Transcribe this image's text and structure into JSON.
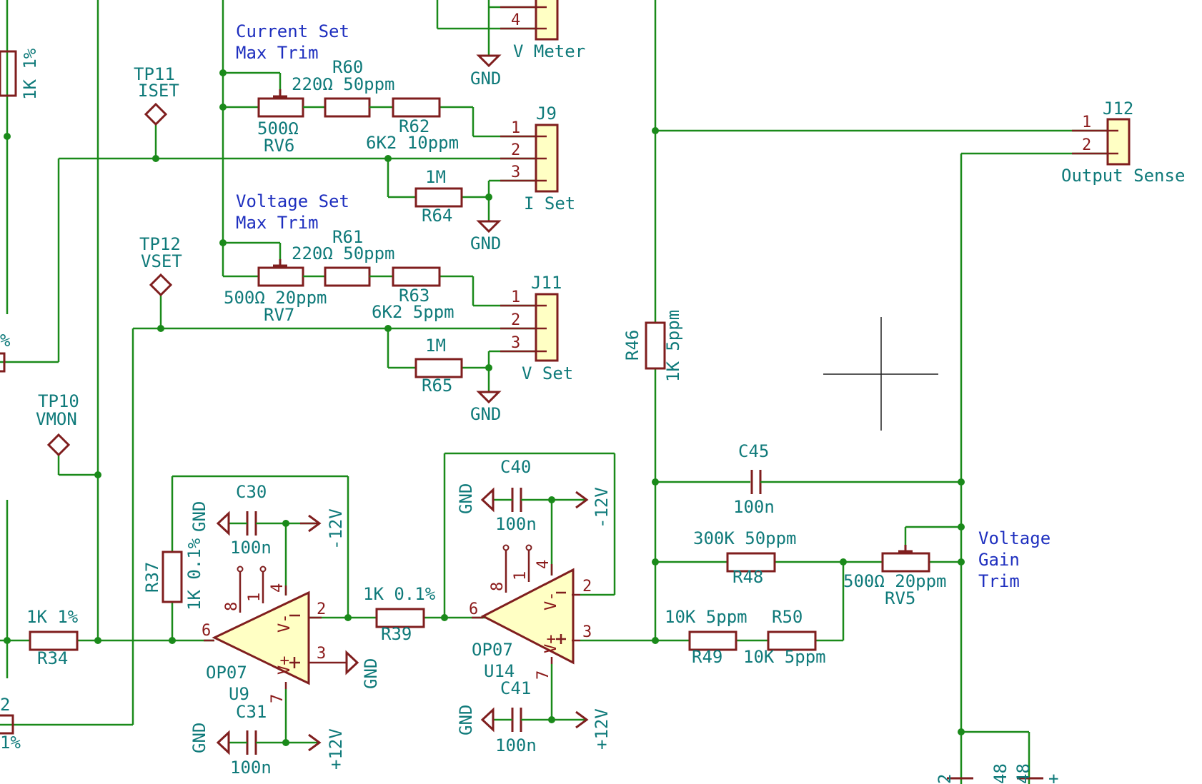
{
  "labels": {
    "current_set": "Current Set",
    "current_max": "Max Trim",
    "voltage_set": "Voltage Set",
    "voltage_max": "Max Trim",
    "voltage_gain_1": "Voltage",
    "voltage_gain_2": "Gain",
    "voltage_gain_3": "Trim"
  },
  "testpoints": {
    "tp11_ref": "TP11",
    "tp11_val": "ISET",
    "tp12_ref": "TP12",
    "tp12_val": "VSET",
    "tp10_ref": "TP10",
    "tp10_val": "VMON"
  },
  "connectors": {
    "j9_ref": "J9",
    "j9_val": "I Set",
    "j11_ref": "J11",
    "j11_val": "V Set",
    "j12_ref": "J12",
    "j12_val": "Output Sense",
    "vmeter_val": "V Meter",
    "pin1": "1",
    "pin2": "2",
    "pin3": "3",
    "pin4": "4"
  },
  "resistors": {
    "r60_ref": "R60",
    "r60_val": "220Ω 50ppm",
    "r62_ref": "R62",
    "r62_val": "6K2 10ppm",
    "rv6_ref": "RV6",
    "rv6_val": "500Ω",
    "r64_ref": "R64",
    "r64_val": "1M",
    "r61_ref": "R61",
    "r61_val": "220Ω 50ppm",
    "r63_ref": "R63",
    "r63_val": "6K2 5ppm",
    "rv7_ref": "RV7",
    "rv7_val": "500Ω 20ppm",
    "r65_ref": "R65",
    "r65_val": "1M",
    "r46_ref": "R46",
    "r46_val": "1K 5ppm",
    "r37_ref": "R37",
    "r37_val": "1K 0.1%",
    "r34_ref": "R34",
    "r34_val": "1K 1%",
    "r39_ref": "R39",
    "r39_val": "1K 0.1%",
    "r48_ref": "R48",
    "r48_val": "300K 50ppm",
    "r49_ref": "R49",
    "r49_val": "10K 5ppm",
    "r50_ref": "R50",
    "r50_val": "10K 5ppm",
    "rv5_ref": "RV5",
    "rv5_val": "500Ω 20ppm",
    "top_left_val": "1K 1%",
    "edge_pct": "%",
    "edge_1pct": "1%",
    "edge_2": "2"
  },
  "capacitors": {
    "c45_ref": "C45",
    "c45_val": "100n",
    "c30_ref": "C30",
    "c30_val": "100n",
    "c31_ref": "C31",
    "c31_val": "100n",
    "c40_ref": "C40",
    "c40_val": "100n",
    "c41_ref": "C41",
    "c41_val": "100n"
  },
  "opamps": {
    "u9_ref": "U9",
    "u9_val": "OP07",
    "u14_ref": "U14",
    "u14_val": "OP07",
    "vminus": "V-",
    "vplus": "V+",
    "minus": "-",
    "plus": "+",
    "pin1": "1",
    "pin2": "2",
    "pin3": "3",
    "pin4": "4",
    "pin6": "6",
    "pin7": "7",
    "pin8": "8"
  },
  "power": {
    "gnd": "GND",
    "neg12": "-12V",
    "pos12": "+12V"
  },
  "bottom_edge": {
    "a": "48",
    "b": "48",
    "c": "2",
    "d": "+"
  },
  "colors": {
    "wire": "#1a8a1a",
    "component": "#7f1e1e",
    "fill": "#ffffc4",
    "value_text": "#0f7a7a",
    "note_text": "#1e2fbf"
  }
}
